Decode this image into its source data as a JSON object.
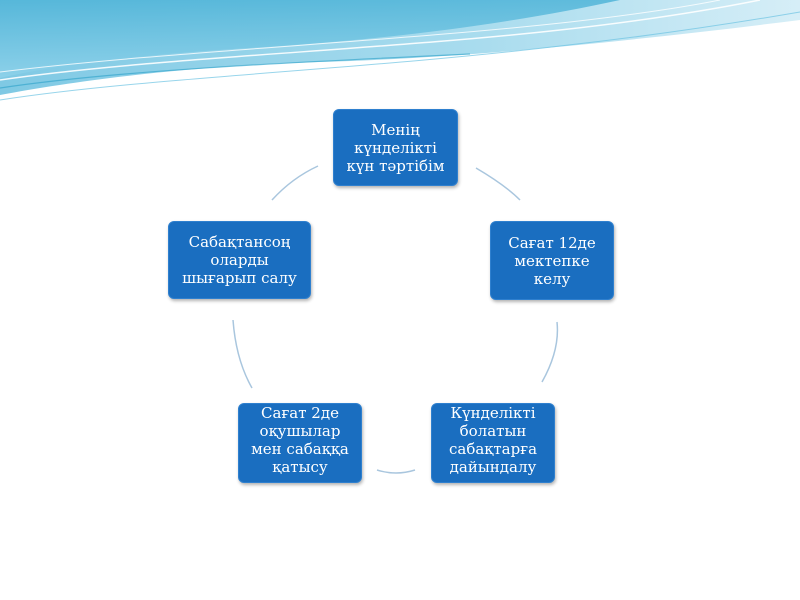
{
  "diagram": {
    "type": "cycle",
    "node_color": "#1a6ec0",
    "connector_color": "#a9c6de",
    "nodes": [
      "Менің күнделікті күн тәртібім",
      "Сағат 12де мектепке келу",
      "Күнделікті болатын сабақтарға дайындалу",
      "Сағат 2де оқушылар мен сабаққа қатысу",
      "Сабақтансоң оларды шығарып салу"
    ]
  }
}
